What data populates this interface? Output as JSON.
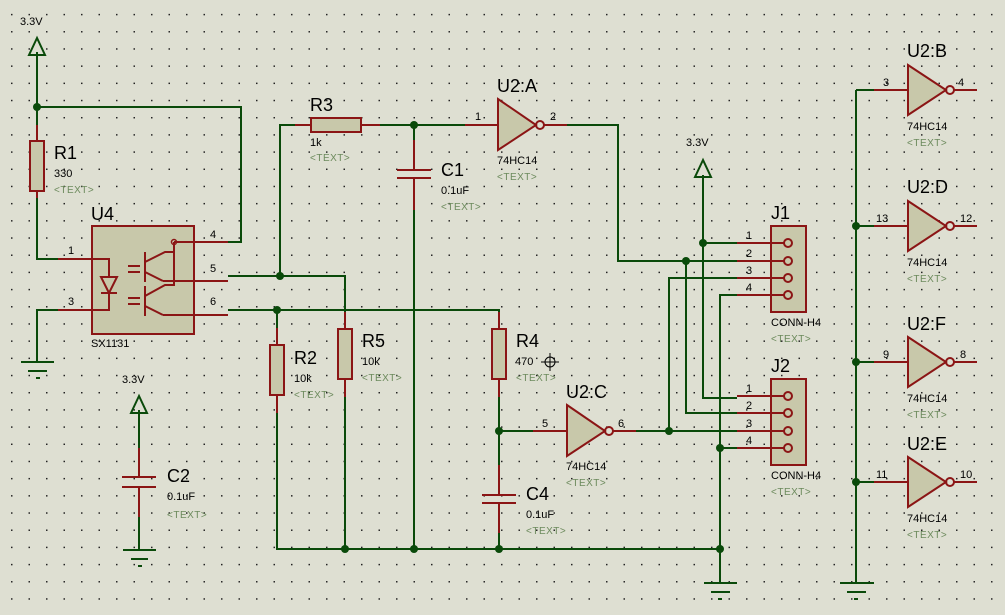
{
  "app": "schematic-capture",
  "placeholder_text": "<TEXT>",
  "colors": {
    "wire": "#0a4a0a",
    "pin": "#8b1515",
    "body": "#c8c8aa",
    "background": "#dedfd2"
  },
  "power": [
    {
      "id": "pwr1",
      "label": "3.3V"
    },
    {
      "id": "pwr2",
      "label": "3.3V"
    },
    {
      "id": "pwr3",
      "label": "3.3V"
    }
  ],
  "components": {
    "R1": {
      "ref": "R1",
      "value": "330"
    },
    "R2": {
      "ref": "R2",
      "value": "10k"
    },
    "R3": {
      "ref": "R3",
      "value": "1k"
    },
    "R4": {
      "ref": "R4",
      "value": "470"
    },
    "R5": {
      "ref": "R5",
      "value": "10k"
    },
    "C1": {
      "ref": "C1",
      "value": "0.1uF"
    },
    "C2": {
      "ref": "C2",
      "value": "0.1uF"
    },
    "C4": {
      "ref": "C4",
      "value": "0.1uF"
    },
    "U4": {
      "ref": "U4",
      "value": "SX1131",
      "pins": [
        "1",
        "3",
        "4",
        "5",
        "6"
      ]
    },
    "U2A": {
      "ref": "U2:A",
      "value": "74HC14",
      "pin_in": "1",
      "pin_out": "2"
    },
    "U2B": {
      "ref": "U2:B",
      "value": "74HC14",
      "pin_in": "3",
      "pin_out": "4"
    },
    "U2C": {
      "ref": "U2:C",
      "value": "74HC14",
      "pin_in": "5",
      "pin_out": "6"
    },
    "U2D": {
      "ref": "U2:D",
      "value": "74HC14",
      "pin_in": "13",
      "pin_out": "12"
    },
    "U2E": {
      "ref": "U2:E",
      "value": "74HC14",
      "pin_in": "11",
      "pin_out": "10"
    },
    "U2F": {
      "ref": "U2:F",
      "value": "74HC14",
      "pin_in": "9",
      "pin_out": "8"
    },
    "J1": {
      "ref": "J1",
      "value": "CONN-H4",
      "pins": [
        "1",
        "2",
        "3",
        "4"
      ]
    },
    "J2": {
      "ref": "J2",
      "value": "CONN-H4",
      "pins": [
        "1",
        "2",
        "3",
        "4"
      ]
    }
  }
}
